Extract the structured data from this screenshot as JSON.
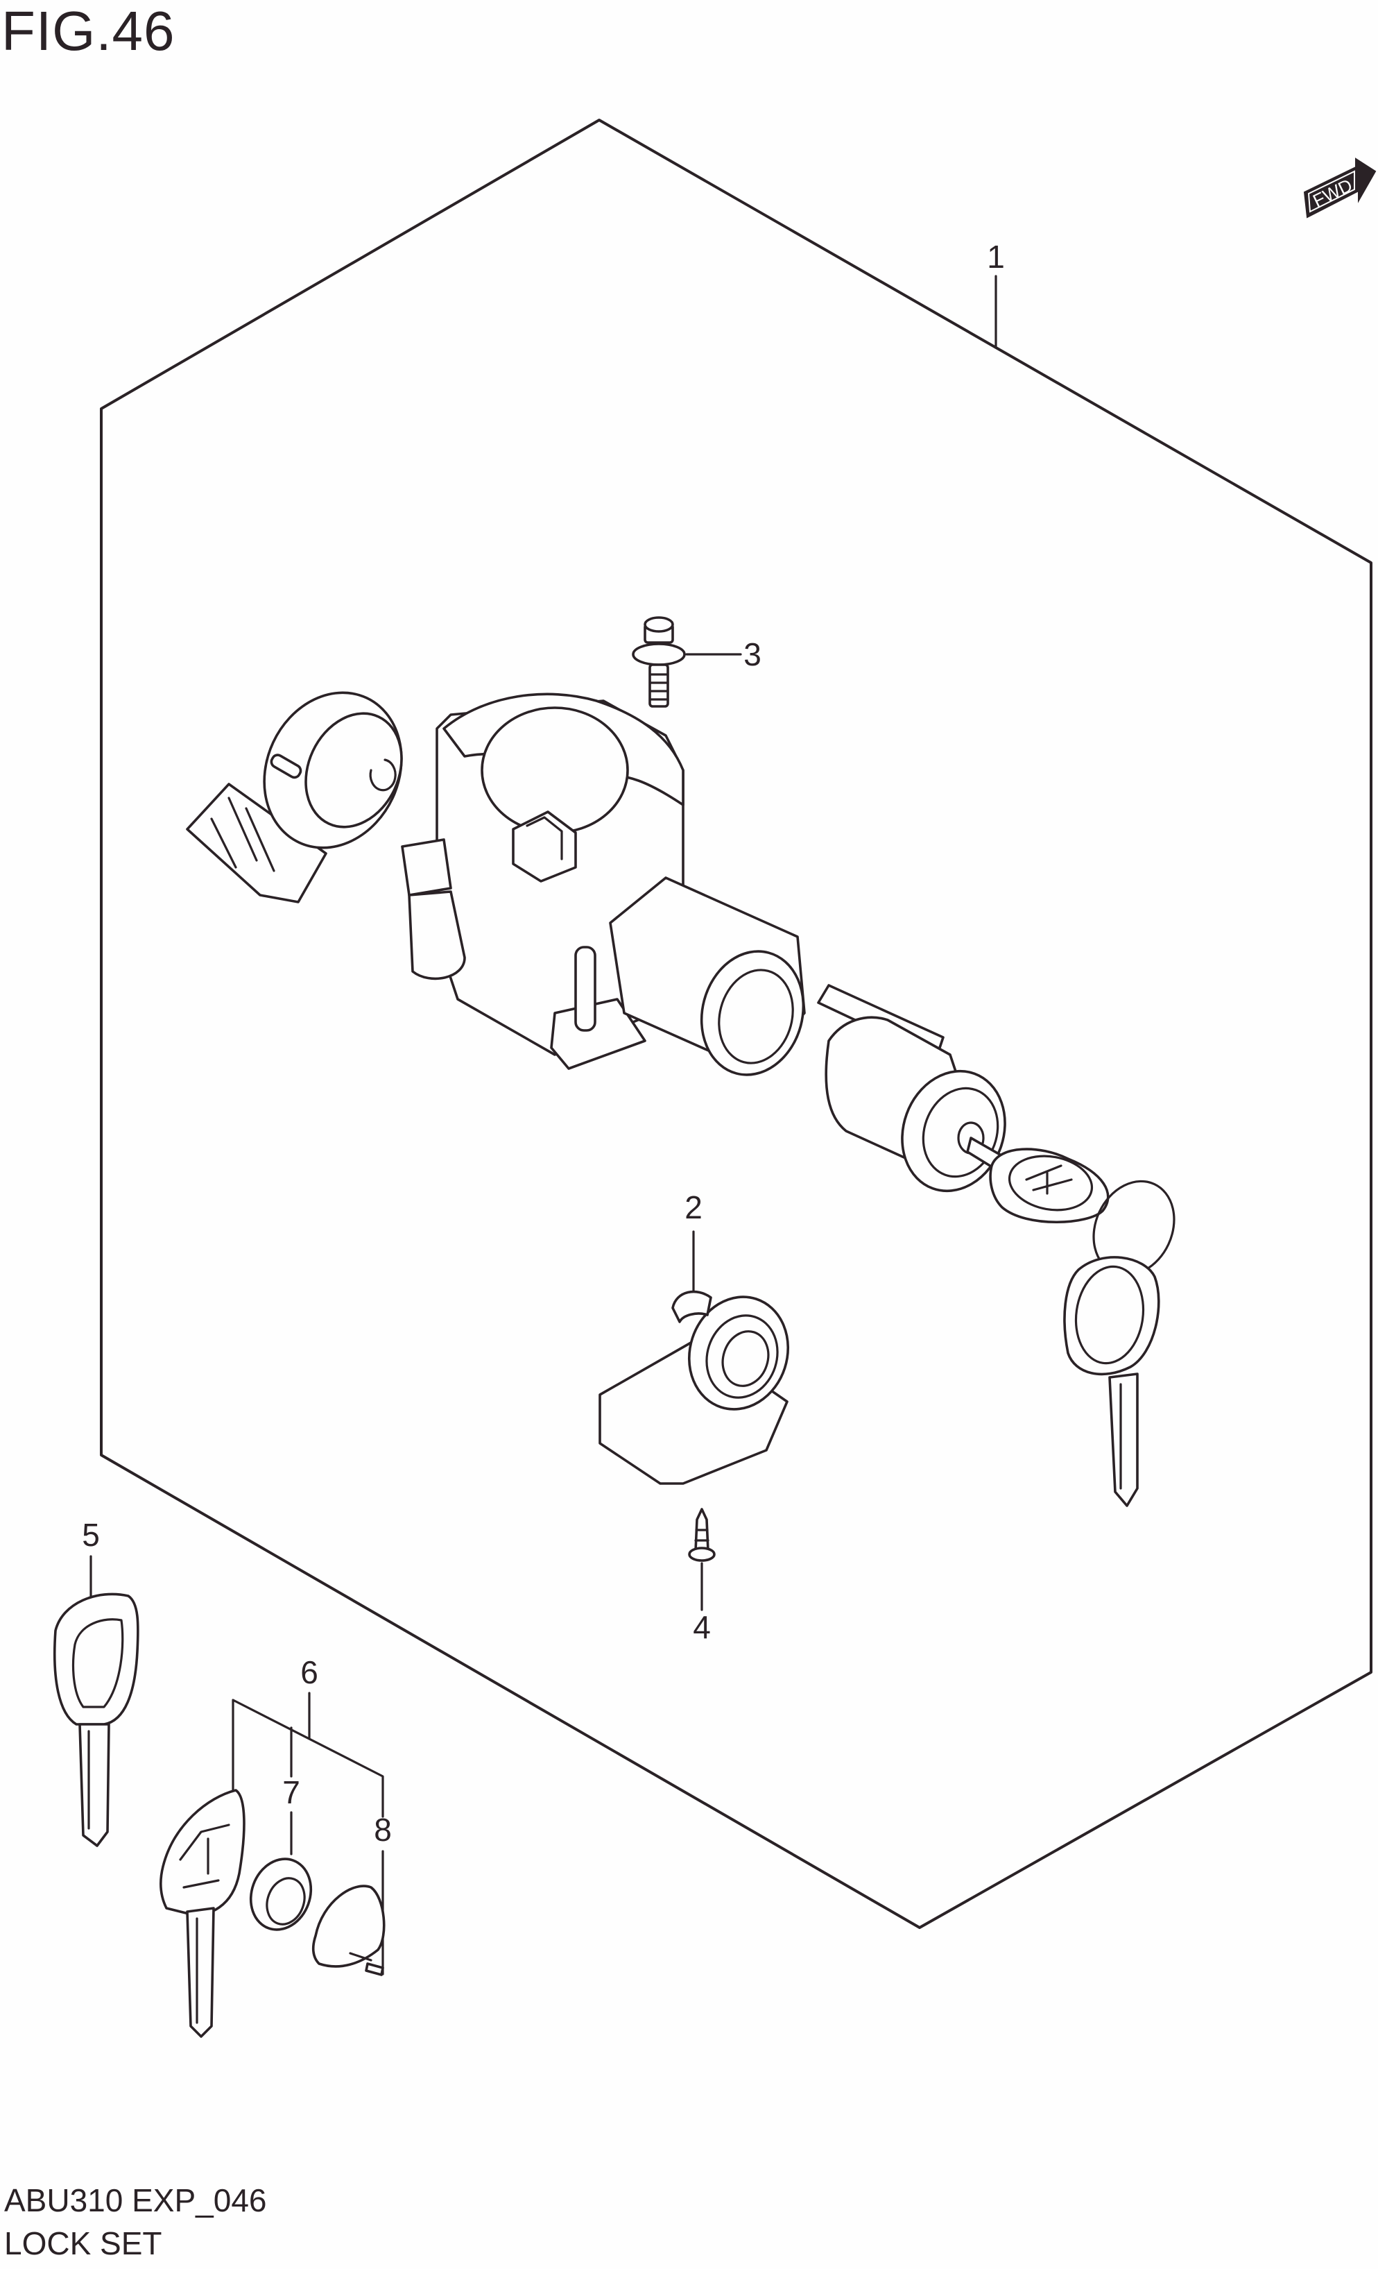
{
  "header": {
    "figure_label": "FIG.46"
  },
  "orientation_badge": {
    "label": "FWD",
    "icon": "forward-arrow-icon"
  },
  "callouts": [
    {
      "number": "1",
      "part": "lock-set-assembly"
    },
    {
      "number": "2",
      "part": "seat-lock-cylinder"
    },
    {
      "number": "3",
      "part": "flange-bolt"
    },
    {
      "number": "4",
      "part": "screw"
    },
    {
      "number": "5",
      "part": "blank-key"
    },
    {
      "number": "6",
      "part": "key-with-transponder-set"
    },
    {
      "number": "7",
      "part": "transponder"
    },
    {
      "number": "8",
      "part": "key-cover-and-screw"
    }
  ],
  "footer": {
    "code": "ABU310 EXP_046",
    "title": "LOCK SET"
  },
  "colors": {
    "line": "#2a2226",
    "background": "#fefefe"
  }
}
